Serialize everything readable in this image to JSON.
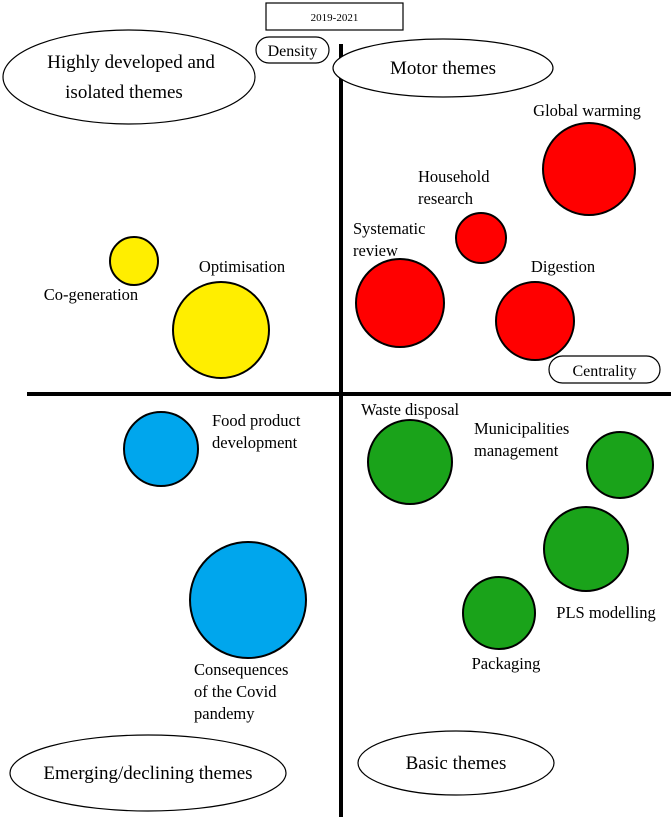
{
  "period": "2019-2021",
  "axes": {
    "y_label": "Density",
    "x_label": "Centrality"
  },
  "quadrants": {
    "top_left": [
      "Highly developed and",
      "isolated themes"
    ],
    "top_right": "Motor themes",
    "bottom_left": "Emerging/declining themes",
    "bottom_right": "Basic themes"
  },
  "colors": {
    "red": "#ff0000",
    "yellow": "#ffee00",
    "blue": "#00a6ed",
    "green": "#1aa31a"
  },
  "themes": [
    {
      "id": "global-warming",
      "label": [
        "Global warming"
      ],
      "color": "red",
      "size": 46
    },
    {
      "id": "household-research",
      "label": [
        "Household",
        "research"
      ],
      "color": "red",
      "size": 25
    },
    {
      "id": "systematic-review",
      "label": [
        "Systematic",
        "review"
      ],
      "color": "red",
      "size": 44
    },
    {
      "id": "digestion",
      "label": [
        "Digestion"
      ],
      "color": "red",
      "size": 39
    },
    {
      "id": "co-generation",
      "label": [
        "Co-generation"
      ],
      "color": "yellow",
      "size": 24
    },
    {
      "id": "optimisation",
      "label": [
        "Optimisation"
      ],
      "color": "yellow",
      "size": 48
    },
    {
      "id": "food-product-development",
      "label": [
        "Food product",
        "development"
      ],
      "color": "blue",
      "size": 37
    },
    {
      "id": "consequences-covid",
      "label": [
        "Consequences",
        "of the Covid",
        "pandemy"
      ],
      "color": "blue",
      "size": 58
    },
    {
      "id": "waste-disposal",
      "label": [
        "Waste disposal"
      ],
      "color": "green",
      "size": 42
    },
    {
      "id": "municipalities-management",
      "label": [
        "Municipalities",
        "management"
      ],
      "color": "green",
      "size": 33
    },
    {
      "id": "pls-modelling",
      "label": [
        "PLS modelling"
      ],
      "color": "green",
      "size": 42
    },
    {
      "id": "packaging",
      "label": [
        "Packaging"
      ],
      "color": "green",
      "size": 36
    }
  ]
}
